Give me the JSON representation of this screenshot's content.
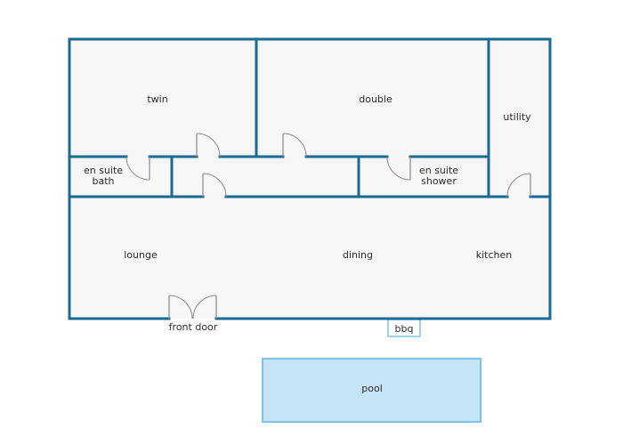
{
  "floorplan": {
    "rooms": {
      "twin": "twin",
      "double": "double",
      "utility": "utility",
      "en_suite_bath_line1": "en suite",
      "en_suite_bath_line2": "bath",
      "en_suite_shower_line1": "en suite",
      "en_suite_shower_line2": "shower",
      "lounge": "lounge",
      "dining": "dining",
      "kitchen": "kitchen"
    },
    "exterior": {
      "front_door": "front door",
      "bbq": "bbq",
      "pool": "pool"
    }
  },
  "colors": {
    "wall": "#1a6b93",
    "floor": "#f7f7f7",
    "pool_fill": "#c5e5f7",
    "pool_stroke": "#7cc2e6",
    "door": "#8a8a8a"
  }
}
